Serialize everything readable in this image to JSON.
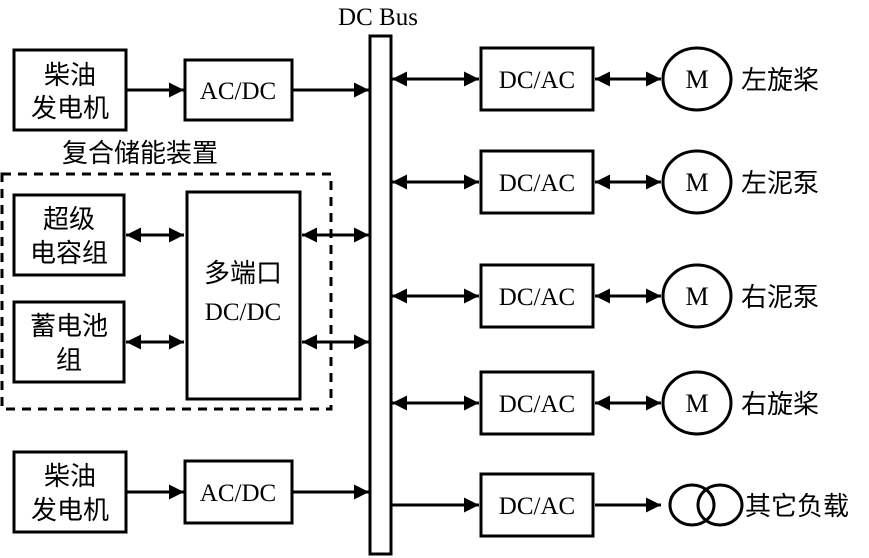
{
  "bus": {
    "label": "DC Bus"
  },
  "generators": [
    {
      "line1": "柴油",
      "line2": "发电机",
      "converter": "AC/DC"
    },
    {
      "line1": "柴油",
      "line2": "发电机",
      "converter": "AC/DC"
    }
  ],
  "storage": {
    "group_label": "复合储能装置",
    "supercap": {
      "line1": "超级",
      "line2": "电容组"
    },
    "battery": {
      "line1": "蓄电池",
      "line2": "组"
    },
    "converter": {
      "line1": "多端口",
      "line2": "DC/DC"
    }
  },
  "loads": [
    {
      "converter": "DC/AC",
      "symbol": "M",
      "label": "左旋桨",
      "type": "motor"
    },
    {
      "converter": "DC/AC",
      "symbol": "M",
      "label": "左泥泵",
      "type": "motor"
    },
    {
      "converter": "DC/AC",
      "symbol": "M",
      "label": "右泥泵",
      "type": "motor"
    },
    {
      "converter": "DC/AC",
      "symbol": "M",
      "label": "右旋桨",
      "type": "motor"
    },
    {
      "converter": "DC/AC",
      "symbol": "",
      "label": "其它负载",
      "type": "transformer"
    }
  ]
}
